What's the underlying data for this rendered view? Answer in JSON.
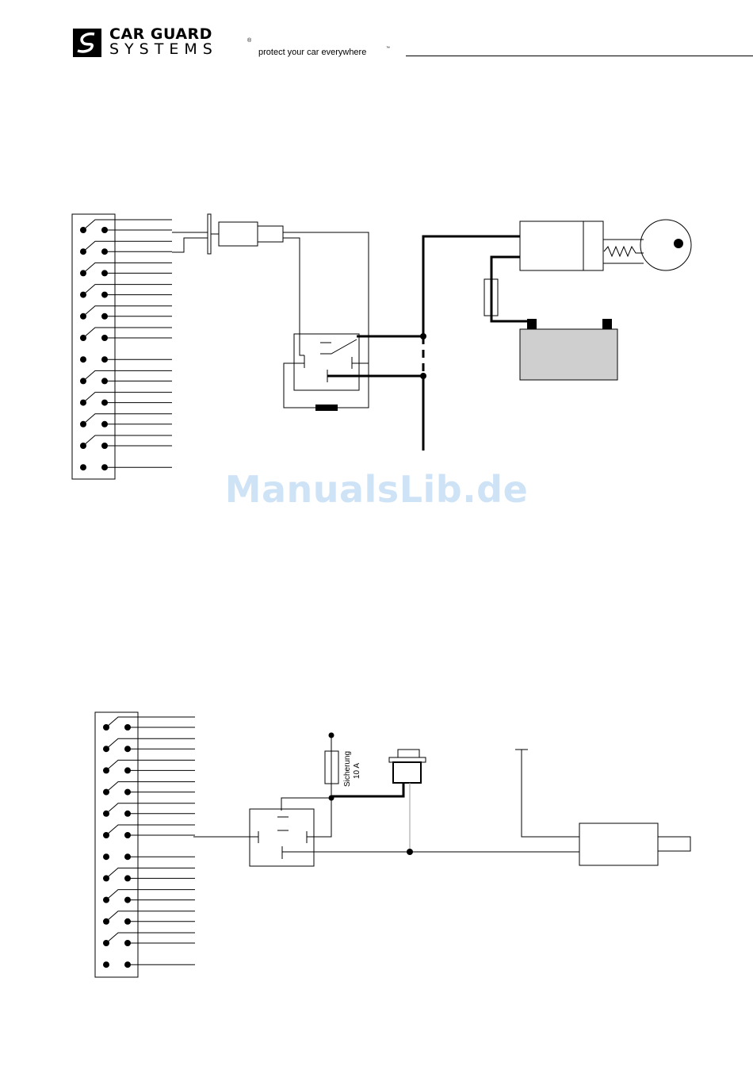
{
  "header": {
    "brand_name_line1": "CAR GUARD",
    "brand_name_line2": "SYSTEMS",
    "registered_mark": "®",
    "tagline": "protect your car everywhere",
    "trademark_mark": "™",
    "logo_icon": "car-guard-s-logo-icon"
  },
  "watermark": {
    "text": "ManualsLib.de"
  },
  "diagram_bottom": {
    "fuse_label_line1": "Sicherung",
    "fuse_label_line2": "10 A"
  }
}
